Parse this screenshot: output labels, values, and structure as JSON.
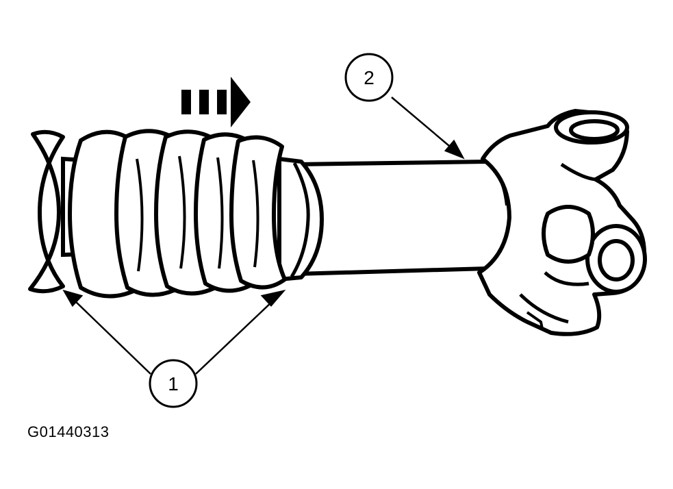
{
  "callouts": {
    "one": "1",
    "two": "2"
  },
  "figure_id": "G01440313",
  "colors": {
    "ink": "#000000",
    "paper": "#ffffff"
  }
}
